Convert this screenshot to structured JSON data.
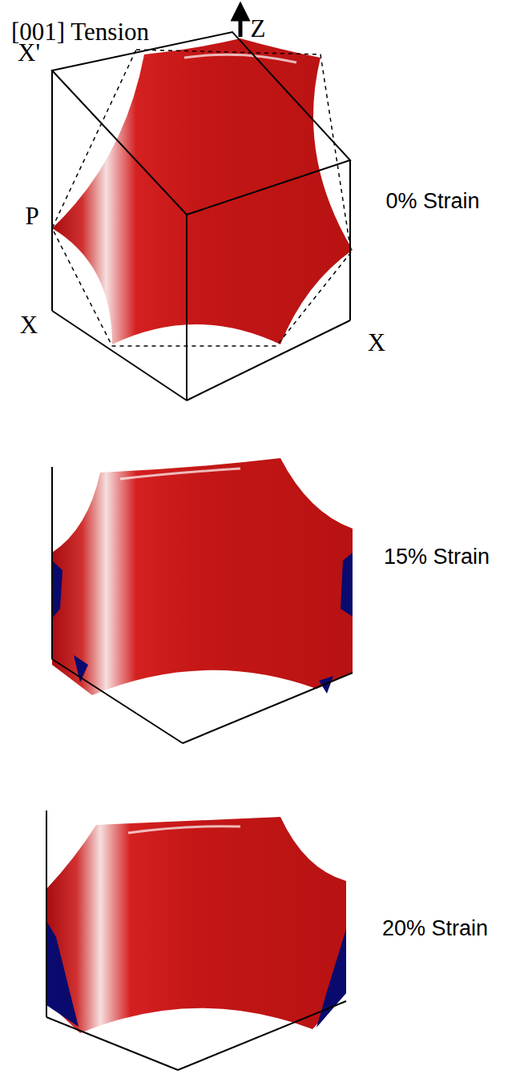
{
  "diagram": {
    "labels": [
      "[001] Tension",
      "Z",
      "X'",
      "P",
      "X",
      "X",
      "0% Strain",
      "15% Strain",
      "20% Strain"
    ]
  }
}
